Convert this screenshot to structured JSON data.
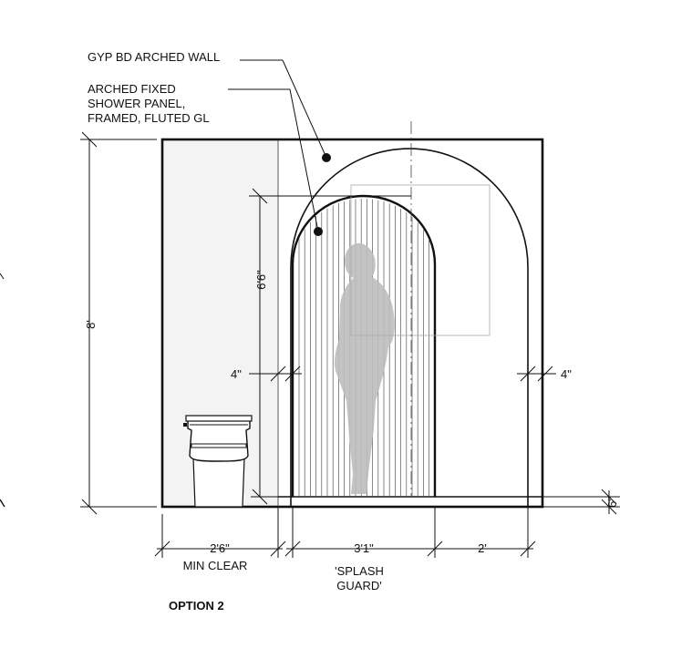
{
  "diagram": {
    "title": "OPTION 2",
    "callouts": {
      "gyp_wall": "GYP BD ARCHED WALL",
      "shower_panel": [
        "ARCHED FIXED",
        "SHOWER PANEL,",
        "FRAMED, FLUTED GL"
      ]
    },
    "dimensions": {
      "overall_height": "8'",
      "opening_height": "6'6\"",
      "left_jamb": "4\"",
      "right_jamb": "4\"",
      "curb": "6\"",
      "clearance": "2'6\"",
      "clearance_note": "MIN CLEAR",
      "panel_width": "3'1\"",
      "right_width": "2'",
      "splash_note": [
        "'SPLASH",
        "GUARD'"
      ]
    },
    "colors": {
      "line": "#111111",
      "shaded_zone": "#f3f3f3",
      "figure": "#bdbdbd"
    },
    "icons": [
      "toilet-icon",
      "human-silhouette-icon"
    ]
  }
}
